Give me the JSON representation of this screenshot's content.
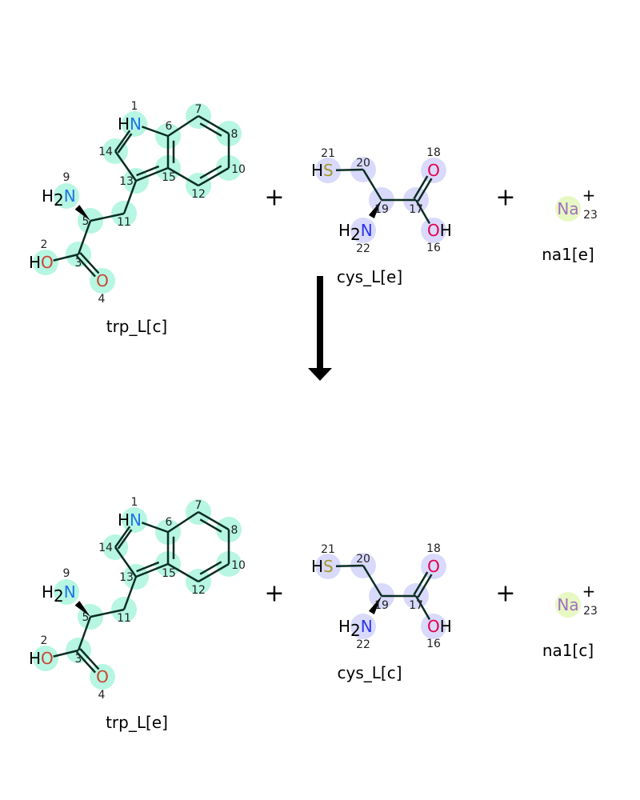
{
  "reactants": [
    {
      "name": "trp_L[c]",
      "kind": "trp",
      "highlight": "#b6f6e2"
    },
    {
      "name": "cys_L[e]",
      "kind": "cys",
      "highlight": "#d9d9fb"
    },
    {
      "name": "na1[e]",
      "kind": "na",
      "highlight": "#e8f8c4"
    }
  ],
  "products": [
    {
      "name": "trp_L[e]",
      "kind": "trp",
      "highlight": "#b6f6e2"
    },
    {
      "name": "cys_L[c]",
      "kind": "cys",
      "highlight": "#d9d9fb"
    },
    {
      "name": "na1[c]",
      "kind": "na",
      "highlight": "#e8f8c4"
    }
  ],
  "plus_sign": "+",
  "atoms": {
    "trp": [
      {
        "num": "1",
        "el": "N",
        "h": "H"
      },
      {
        "num": "6"
      },
      {
        "num": "7"
      },
      {
        "num": "8"
      },
      {
        "num": "10"
      },
      {
        "num": "12"
      },
      {
        "num": "15"
      },
      {
        "num": "13"
      },
      {
        "num": "14"
      },
      {
        "num": "11"
      },
      {
        "num": "5"
      },
      {
        "num": "9",
        "el": "N",
        "h": "H2"
      },
      {
        "num": "3"
      },
      {
        "num": "2",
        "el": "O",
        "h": "H"
      },
      {
        "num": "4",
        "el": "O"
      }
    ],
    "cys": [
      {
        "num": "21",
        "el": "S",
        "h": "H"
      },
      {
        "num": "20"
      },
      {
        "num": "19"
      },
      {
        "num": "17"
      },
      {
        "num": "18",
        "el": "O"
      },
      {
        "num": "16",
        "el": "O",
        "hpost": "H"
      },
      {
        "num": "22",
        "el": "N",
        "h": "H2"
      }
    ],
    "na": [
      {
        "num": "23",
        "el": "Na",
        "charge": "+"
      }
    ]
  },
  "colors": {
    "N_trp": "#1f74e8",
    "O_trp": "#c8452e",
    "N_cys": "#2a35ee",
    "O_cys": "#e0004a",
    "S": "#a39a2a",
    "Na": "#a070c0",
    "bond": "#0b2e22"
  }
}
